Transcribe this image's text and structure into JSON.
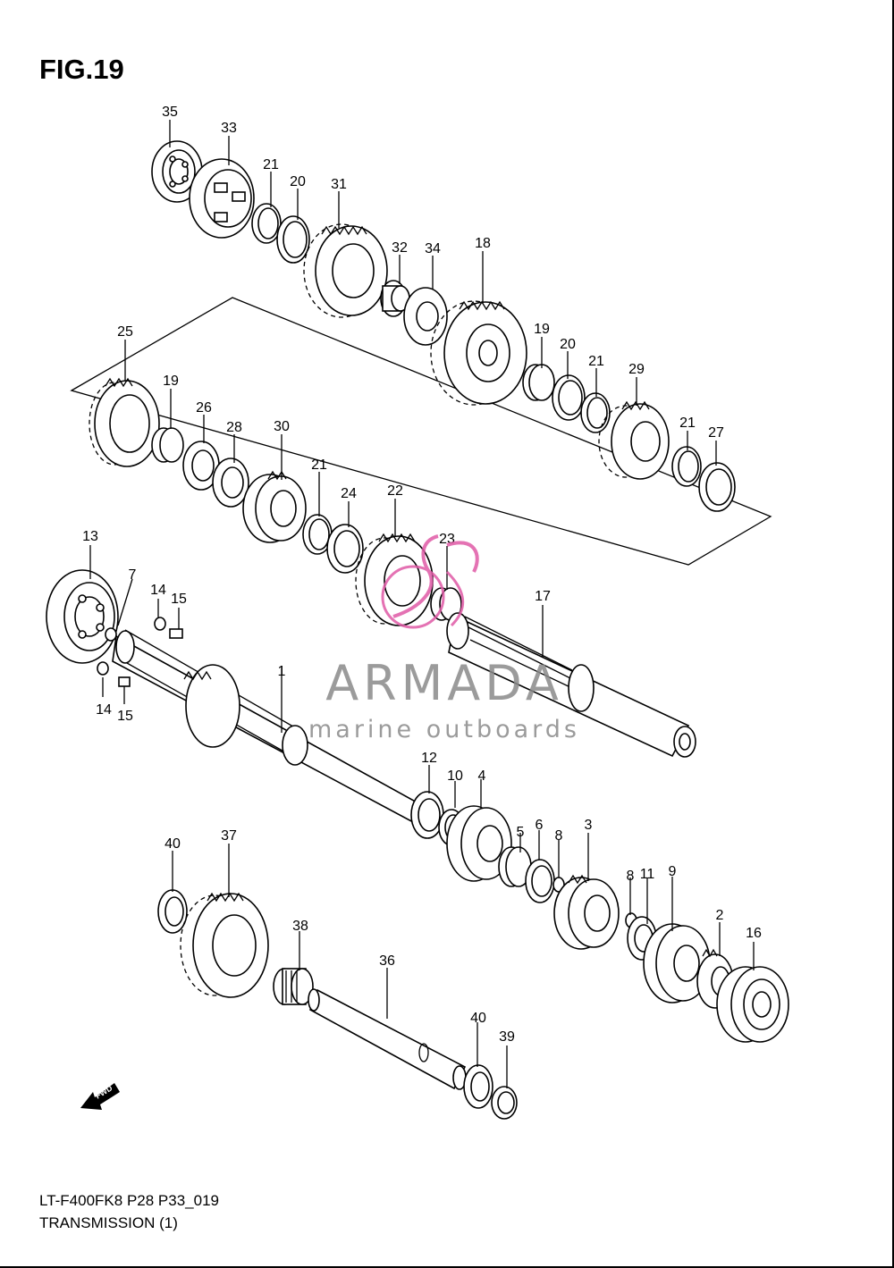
{
  "figure": {
    "title": "FIG.19",
    "model_code": "LT-F400FK8 P28 P33_019",
    "section_title": "TRANSMISSION (1)"
  },
  "watermark": {
    "brand": "ARMADA",
    "tagline": "marine outboards",
    "accent_pink": "#e05aa6",
    "text_grey": "#8a8a8a"
  },
  "fwd_arrow": {
    "label": "FWD",
    "icon": "forward-arrow-icon"
  },
  "callouts": {
    "c35": "35",
    "c33": "33",
    "c21a": "21",
    "c20a": "20",
    "c31": "31",
    "c32": "32",
    "c34": "34",
    "c18": "18",
    "c19a": "19",
    "c20b": "20",
    "c21b": "21",
    "c29": "29",
    "c21c": "21",
    "c27": "27",
    "c25": "25",
    "c19b": "19",
    "c26": "26",
    "c28": "28",
    "c30": "30",
    "c21d": "21",
    "c24": "24",
    "c22": "22",
    "c23": "23",
    "c17": "17",
    "c13": "13",
    "c7": "7",
    "c14a": "14",
    "c15a": "15",
    "c14b": "14",
    "c15b": "15",
    "c1": "1",
    "c12": "12",
    "c10": "10",
    "c4": "4",
    "c5": "5",
    "c6": "6",
    "c8a": "8",
    "c3": "3",
    "c8b": "8",
    "c11": "11",
    "c9": "9",
    "c2": "2",
    "c16": "16",
    "c40a": "40",
    "c37": "37",
    "c38": "38",
    "c36": "36",
    "c40b": "40",
    "c39": "39"
  }
}
